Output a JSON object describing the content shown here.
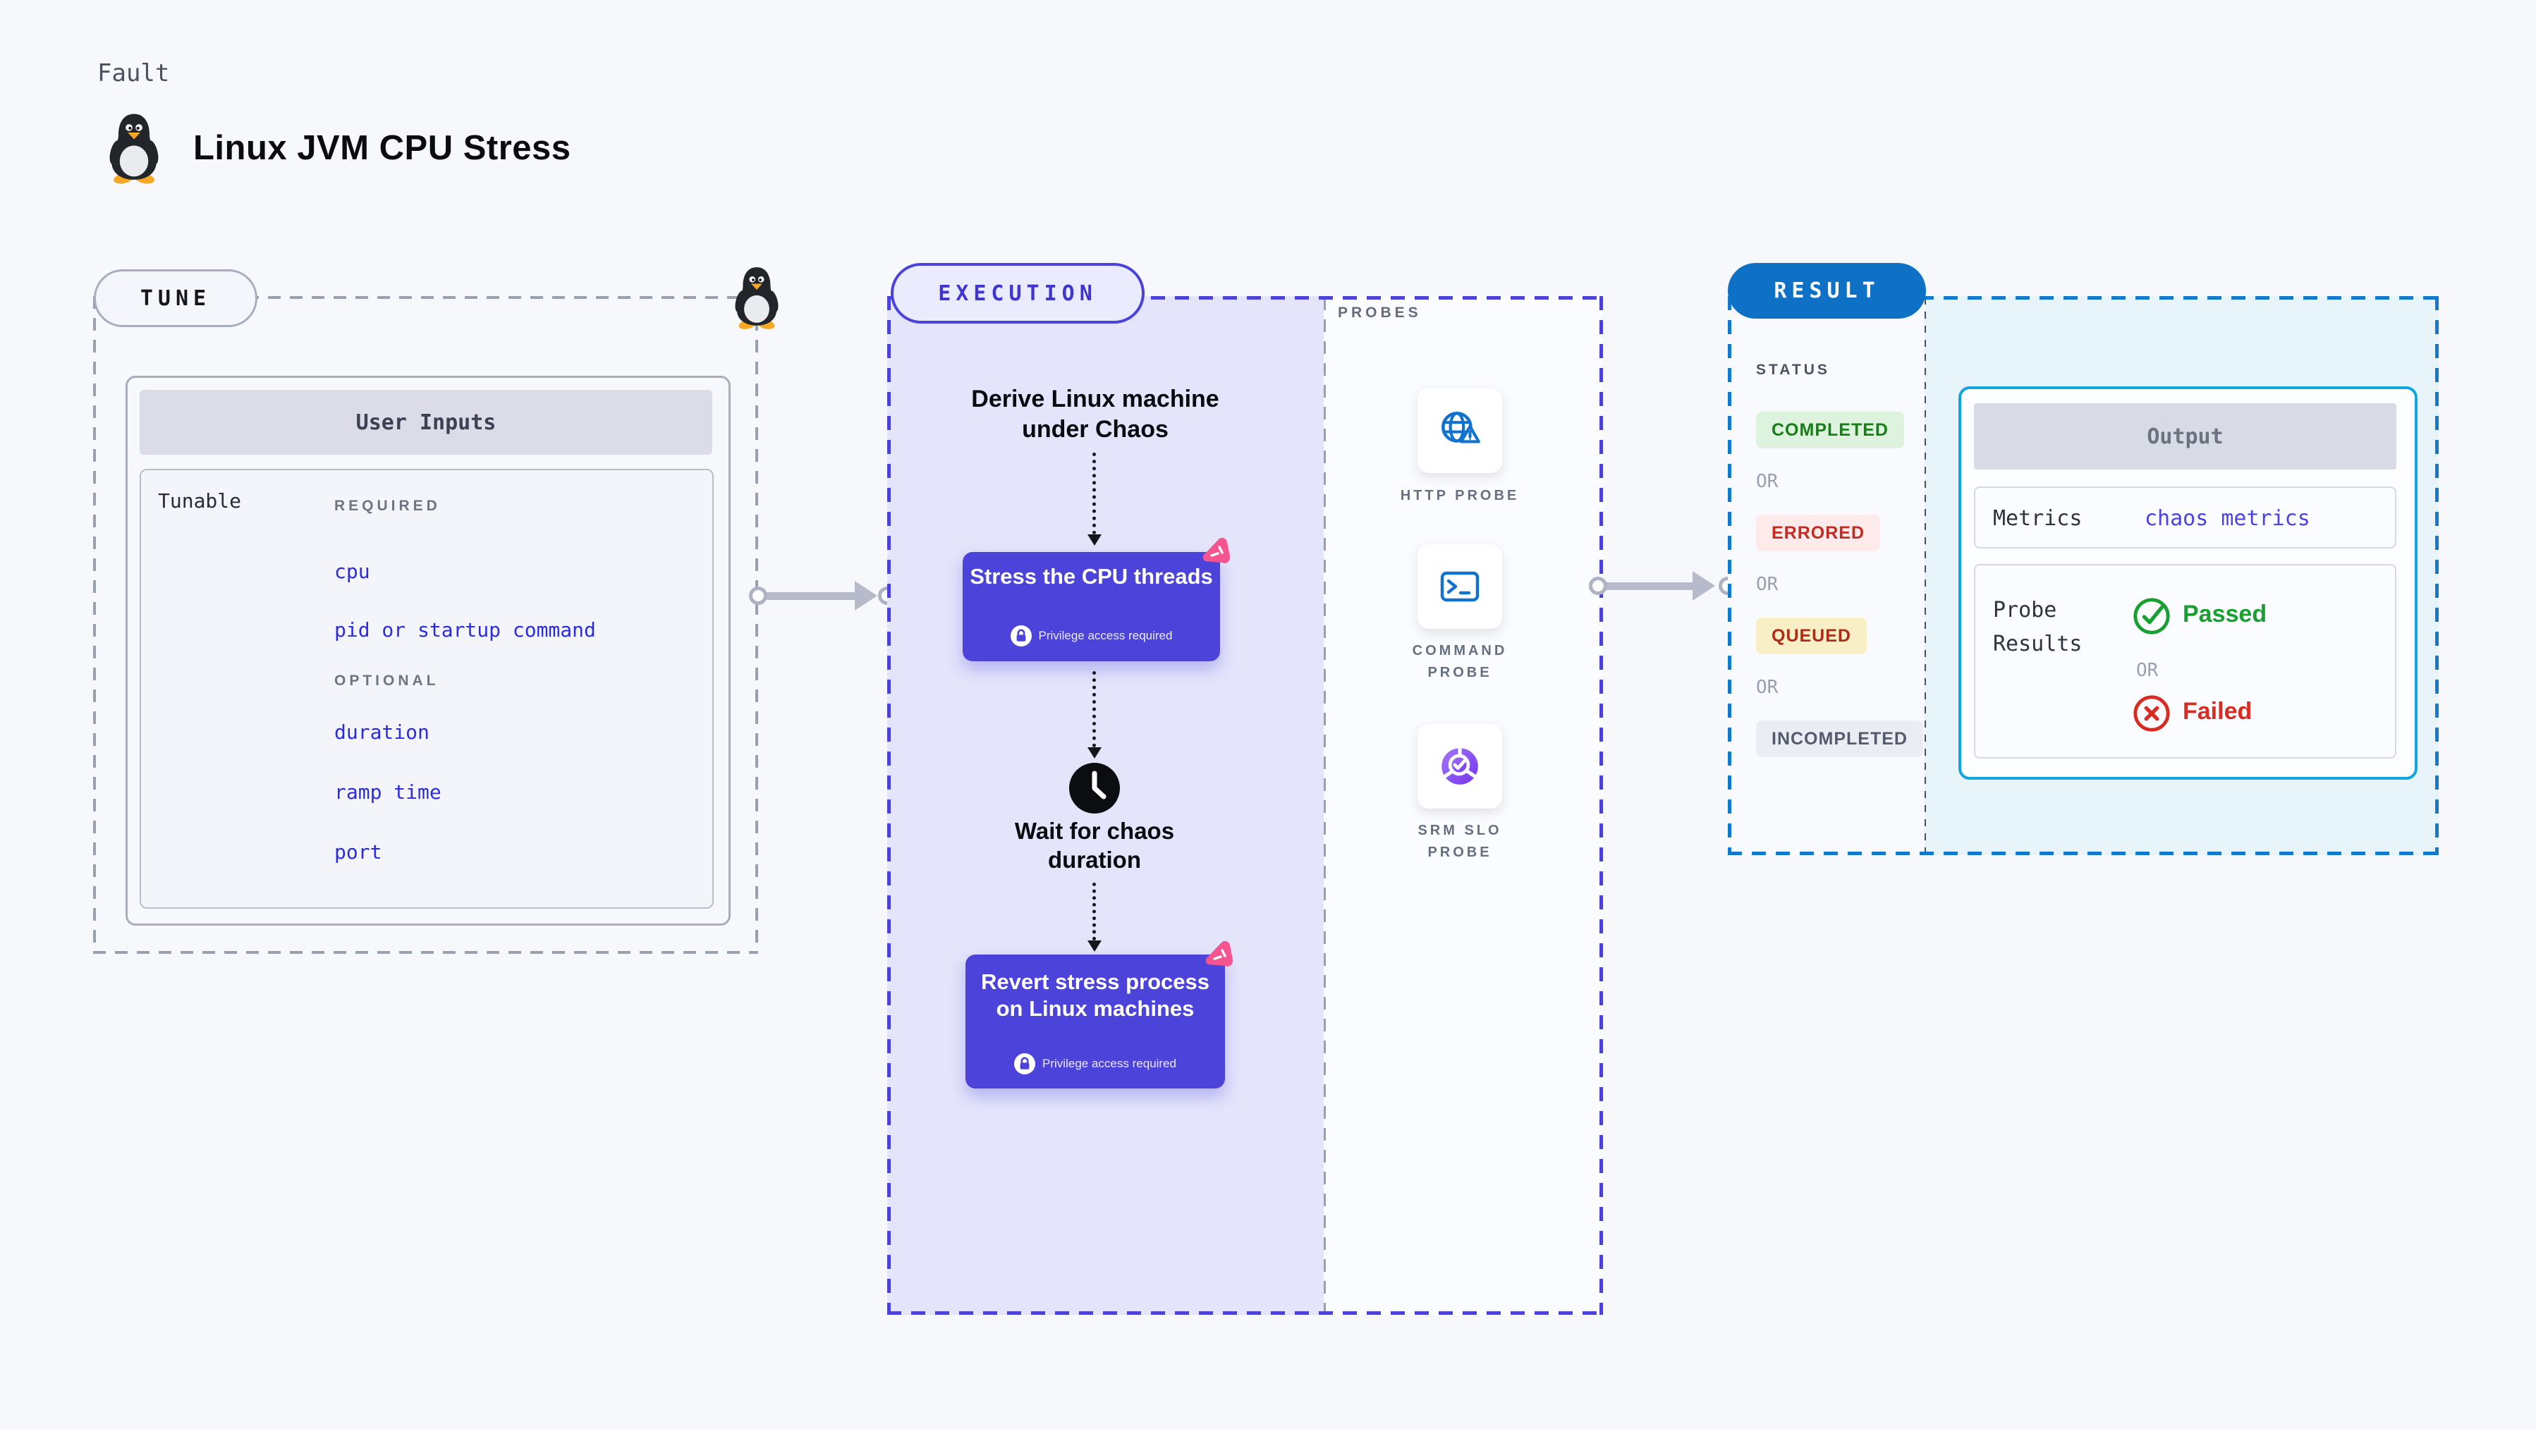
{
  "colors": {
    "page_bg": "#f7f8fc",
    "indigo_accent": "#4c43da",
    "lavender_bg": "#e4e4fb",
    "pink_accent": "#f5548e",
    "result_blue": "#0e71c5",
    "cyan_border": "#14a5dc",
    "light_cyan_bg": "#e7f5fb",
    "link_blue": "#2b2be0",
    "metrics_link_blue": "#4c41e5",
    "passed_green": "#17a02f",
    "failed_red": "#d92b21",
    "probe_icon_blue": "#1272d0"
  },
  "header": {
    "fault_label": "Fault",
    "title": "Linux JVM CPU Stress"
  },
  "tune": {
    "badge_label": "TUNE",
    "user_inputs": {
      "title": "User Inputs",
      "row_label": "Tunable",
      "required_label": "REQUIRED",
      "required_items": [
        "cpu",
        "pid or startup command"
      ],
      "optional_label": "OPTIONAL",
      "optional_items": [
        "duration",
        "ramp time",
        "port"
      ]
    }
  },
  "execution": {
    "badge_label": "EXECUTION",
    "derive_step": "Derive Linux machine under Chaos",
    "stress_card": {
      "title": "Stress the CPU threads",
      "privilege_note": "Privilege access required"
    },
    "wait_step": "Wait for chaos duration",
    "revert_card": {
      "title": "Revert stress process on Linux machines",
      "privilege_note": "Privilege access required"
    }
  },
  "probes": {
    "section_label": "PROBES",
    "items": [
      "HTTP PROBE",
      "COMMAND PROBE",
      "SRM SLO PROBE"
    ]
  },
  "result": {
    "badge_label": "RESULT",
    "status": {
      "label": "STATUS",
      "or_label": "OR",
      "states": [
        "COMPLETED",
        "ERRORED",
        "QUEUED",
        "INCOMPLETED"
      ]
    },
    "output": {
      "title": "Output",
      "metrics_label": "Metrics",
      "metrics_link": "chaos metrics",
      "probe_results_label": "Probe Results",
      "passed_label": "Passed",
      "or_label": "OR",
      "failed_label": "Failed"
    }
  }
}
